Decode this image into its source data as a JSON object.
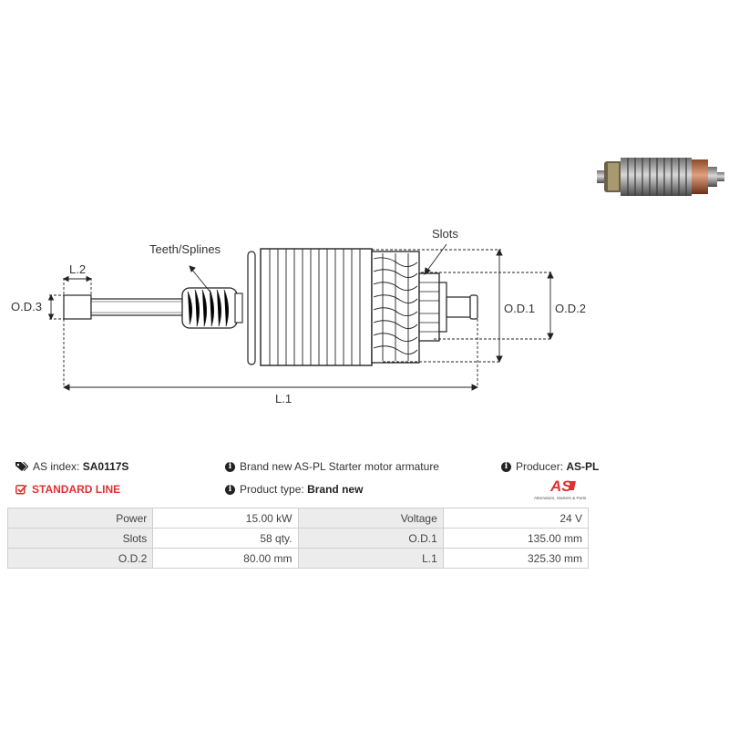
{
  "diagram": {
    "callouts": {
      "teeth": "Teeth/Splines",
      "slots": "Slots"
    },
    "dimensions": {
      "l2": "L.2",
      "od3": "O.D.3",
      "od1": "O.D.1",
      "od2": "O.D.2",
      "l1": "L.1"
    }
  },
  "info": {
    "as_index_label": "AS index:",
    "as_index_value": "SA0117S",
    "line": "STANDARD LINE",
    "description": "Brand new AS-PL Starter motor armature",
    "product_type_label": "Product type:",
    "product_type_value": "Brand new",
    "producer_label": "Producer:",
    "producer_value": "AS-PL",
    "logo_text": "AS",
    "logo_tagline": "Alternators, Starters & Parts",
    "accent_color": "#e03030"
  },
  "specs": [
    {
      "label1": "Power",
      "value1": "15.00 kW",
      "label2": "Voltage",
      "value2": "24 V"
    },
    {
      "label1": "Slots",
      "value1": "58 qty.",
      "label2": "O.D.1",
      "value2": "135.00 mm"
    },
    {
      "label1": "O.D.2",
      "value1": "80.00 mm",
      "label2": "L.1",
      "value2": "325.30 mm"
    }
  ]
}
